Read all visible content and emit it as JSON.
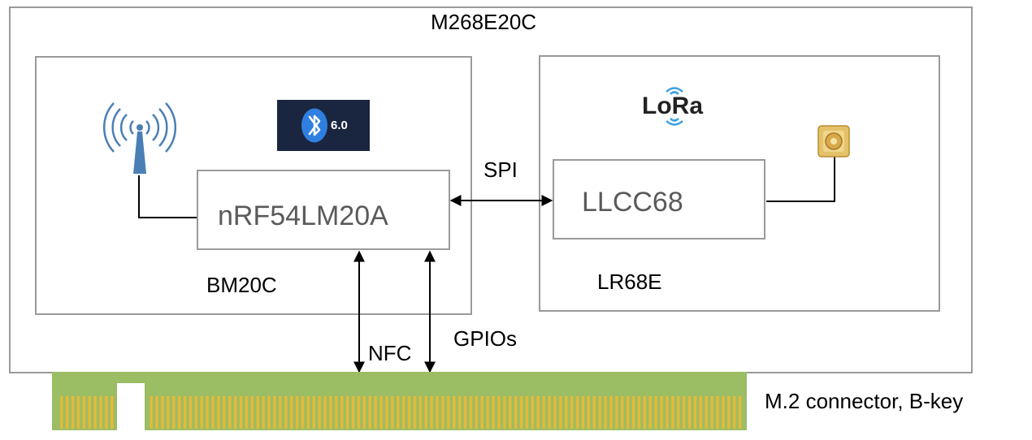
{
  "outer": {
    "title": "M268E20C"
  },
  "bm20c": {
    "label": "BM20C",
    "chip": "nRF54LM20A",
    "bluetooth_version": "6.0"
  },
  "lr68e": {
    "label": "LR68E",
    "chip": "LLCC68",
    "logo_text": "LoRa"
  },
  "links": {
    "spi": "SPI",
    "nfc": "NFC",
    "gpios": "GPIOs"
  },
  "connector": {
    "label": "M.2 connector, B-key"
  },
  "colors": {
    "border": "#9a9a9a",
    "bt_bg": "#1a2540",
    "bt_blue": "#2f7fe0",
    "antenna_blue": "#4a7fb5",
    "lora_wave": "#3aa0e0",
    "connector_green": "#9bbd63",
    "connector_pin": "#e6b93a"
  },
  "icons": [
    "antenna-icon",
    "bluetooth-icon",
    "lora-logo",
    "ufl-connector-icon"
  ]
}
